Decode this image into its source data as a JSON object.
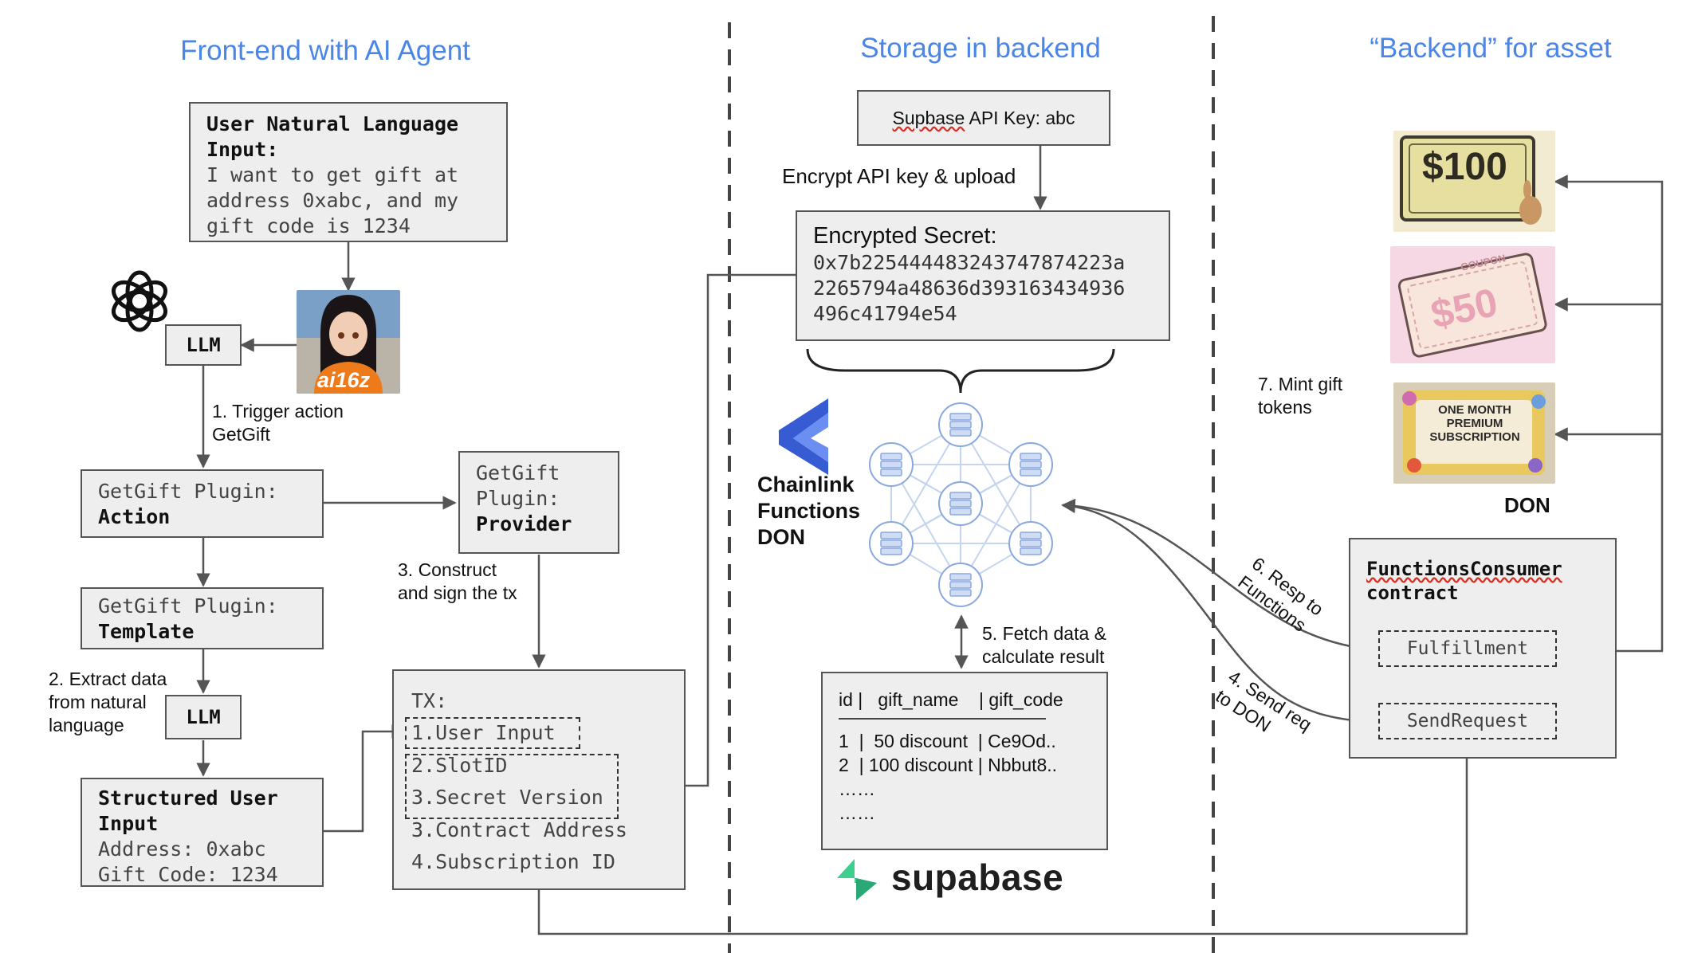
{
  "headings": {
    "frontend": "Front-end with AI Agent",
    "storage": "Storage in backend",
    "asset": "“Backend” for asset"
  },
  "frontend": {
    "input_box": {
      "title": "User Natural Language\nInput:",
      "body": "I want to get gift at\naddress 0xabc, and my\ngift code is 1234"
    },
    "llm_top": "LLM",
    "avatar_text": "ai16z",
    "step1": "1. Trigger action\nGetGift",
    "action_box": {
      "prefix": "GetGift Plugin:",
      "bold": "Action"
    },
    "provider_box": {
      "prefix": "GetGift\nPlugin:",
      "bold": "Provider"
    },
    "step3": "3. Construct\nand sign the tx",
    "template_box": {
      "prefix": "GetGift Plugin:",
      "bold": "Template"
    },
    "step2": "2. Extract data\nfrom natural\nlanguage",
    "llm_bottom": "LLM",
    "structured_box": {
      "title": "Structured User\nInput",
      "body": "Address: 0xabc\nGift Code: 1234"
    },
    "tx_box": {
      "title": "TX:",
      "items": [
        "1.User Input",
        "2.SlotID",
        "3.Secret Version",
        "3.Contract Address",
        "4.Subscription ID"
      ]
    }
  },
  "storage": {
    "api_key_box": {
      "underlined": "Supbase",
      "rest": " API Key: abc"
    },
    "encrypt_label": "Encrypt API key & upload",
    "secret_box": {
      "title": "Encrypted Secret:",
      "body": "0x7b225444483243747874223a\n2265794a48636d393163434936\n496c41794e54"
    },
    "chainlink_label": "Chainlink\nFunctions\nDON",
    "step5": "5. Fetch data &\ncalculate result",
    "table_box": {
      "header": "id |   gift_name    | gift_code",
      "rows": [
        "1  |  50 discount  | Ce9Od..",
        "2  | 100 discount | Nbbut8..",
        "……",
        "……"
      ]
    },
    "supabase_logo": "supabase"
  },
  "asset": {
    "step7": "7. Mint gift\ntokens",
    "don_label": "DON",
    "gift_100": "$100",
    "gift_50": "$50",
    "coupon_text": "COUPON",
    "gift_sub": "ONE MONTH\nPREMIUM\nSUBSCRIPTION",
    "consumer_box": {
      "title_underlined": "FunctionsConsumer",
      "title_rest": "contract",
      "fulfillment": "Fulfillment",
      "send_request": "SendRequest"
    },
    "step6": "6. Resp to\nFunctions",
    "step4": "4. Send req\nto DON"
  },
  "colors": {
    "heading": "#4a86e8",
    "box_fill": "#eeeeee",
    "box_border": "#555555",
    "network_node": "#cfdcf3",
    "network_node_border": "#8aa8e0",
    "chainlink_blue": "#375bd2",
    "supabase_green": "#3ecf8e"
  },
  "icons": [
    "openai-icon",
    "chainlink-icon",
    "supabase-icon",
    "server-node-icon"
  ]
}
